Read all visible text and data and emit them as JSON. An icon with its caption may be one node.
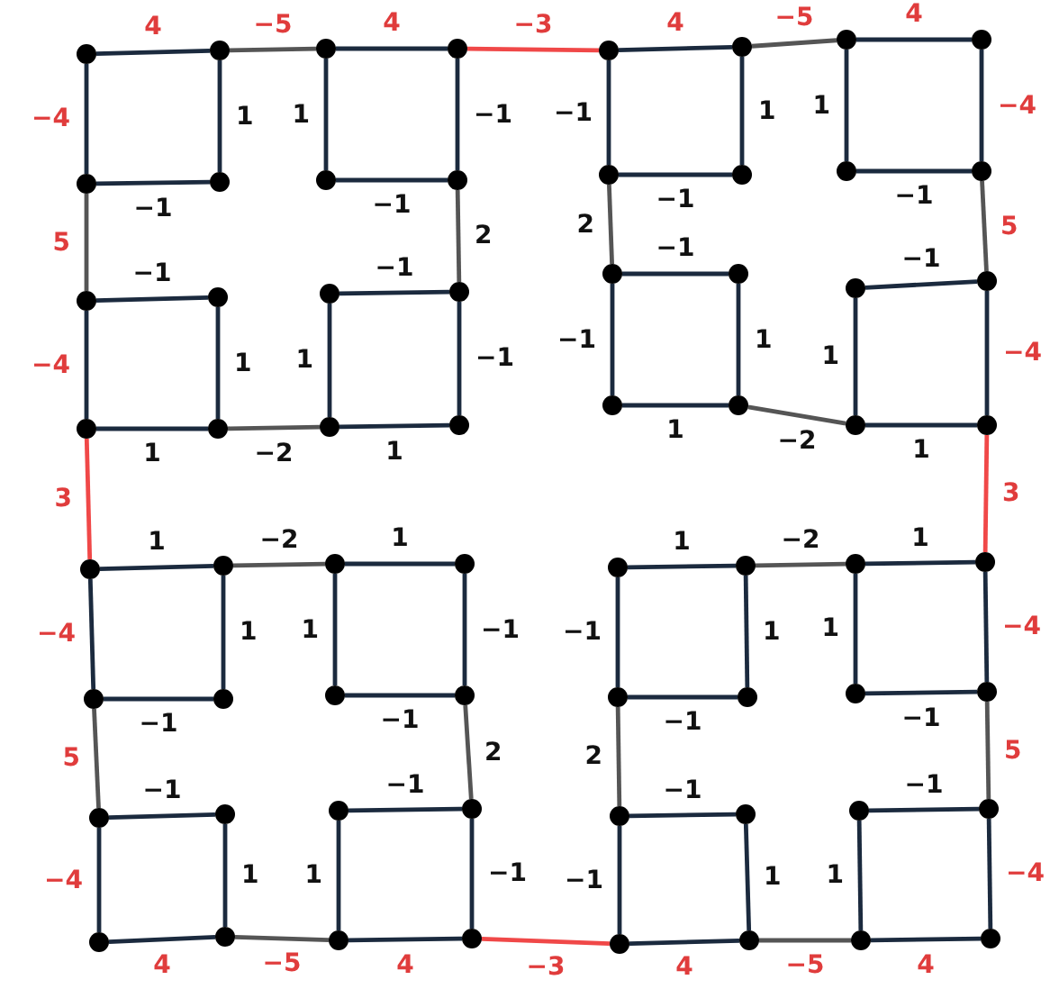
{
  "diagram": {
    "nodes": [
      {
        "text": [],
        "shape": "circle"
      },
      {
        "text": [],
        "shape": "circle"
      },
      {
        "text": [],
        "shape": "circle"
      },
      {
        "text": [],
        "shape": "circle"
      },
      {
        "text": [],
        "shape": "circle"
      },
      {
        "text": [],
        "shape": "circle"
      },
      {
        "text": [],
        "shape": "circle"
      },
      {
        "text": [],
        "shape": "circle"
      },
      {
        "text": [],
        "shape": "circle"
      },
      {
        "text": [],
        "shape": "circle"
      },
      {
        "text": [],
        "shape": "circle"
      },
      {
        "text": [],
        "shape": "circle"
      },
      {
        "text": [],
        "shape": "circle"
      },
      {
        "text": [],
        "shape": "circle"
      },
      {
        "text": [],
        "shape": "circle"
      },
      {
        "text": [],
        "shape": "circle"
      },
      {
        "text": [],
        "shape": "circle"
      },
      {
        "text": [],
        "shape": "circle"
      },
      {
        "text": [],
        "shape": "circle"
      },
      {
        "text": [],
        "shape": "circle"
      },
      {
        "text": [],
        "shape": "circle"
      },
      {
        "text": [],
        "shape": "circle"
      },
      {
        "text": [],
        "shape": "circle"
      },
      {
        "text": [],
        "shape": "circle"
      },
      {
        "text": [],
        "shape": "circle"
      },
      {
        "text": [],
        "shape": "circle"
      },
      {
        "text": [],
        "shape": "circle"
      },
      {
        "text": [],
        "shape": "circle"
      },
      {
        "text": [],
        "shape": "circle"
      },
      {
        "text": [],
        "shape": "circle"
      },
      {
        "text": [],
        "shape": "circle"
      },
      {
        "text": [],
        "shape": "circle"
      },
      {
        "text": [],
        "shape": "circle"
      },
      {
        "text": [],
        "shape": "circle"
      },
      {
        "text": [],
        "shape": "circle"
      },
      {
        "text": [],
        "shape": "circle"
      },
      {
        "text": [],
        "shape": "circle"
      },
      {
        "text": [],
        "shape": "circle"
      },
      {
        "text": [],
        "shape": "circle"
      },
      {
        "text": [],
        "shape": "circle"
      },
      {
        "text": [],
        "shape": "circle"
      },
      {
        "text": [],
        "shape": "circle"
      },
      {
        "text": [],
        "shape": "circle"
      },
      {
        "text": [],
        "shape": "circle"
      },
      {
        "text": [],
        "shape": "circle"
      },
      {
        "text": [],
        "shape": "circle"
      },
      {
        "text": [],
        "shape": "circle"
      },
      {
        "text": [],
        "shape": "circle"
      },
      {
        "text": [],
        "shape": "circle"
      },
      {
        "text": [],
        "shape": "circle"
      },
      {
        "text": [],
        "shape": "circle"
      },
      {
        "text": [],
        "shape": "circle"
      },
      {
        "text": [],
        "shape": "circle"
      },
      {
        "text": [],
        "shape": "circle"
      },
      {
        "text": [],
        "shape": "circle"
      },
      {
        "text": [],
        "shape": "circle"
      },
      {
        "text": [],
        "shape": "circle"
      },
      {
        "text": [],
        "shape": "circle"
      },
      {
        "text": [],
        "shape": "circle"
      },
      {
        "text": [],
        "shape": "circle"
      },
      {
        "text": [],
        "shape": "circle"
      },
      {
        "text": [],
        "shape": "circle"
      },
      {
        "text": [],
        "shape": "circle"
      },
      {
        "text": [],
        "shape": "circle"
      }
    ],
    "edges": [
      {
        "from": 0,
        "to": 1,
        "arrow": "none",
        "label": "4"
      },
      {
        "from": 1,
        "to": 2,
        "arrow": "none",
        "label": "1"
      },
      {
        "from": 2,
        "to": 3,
        "arrow": "none",
        "label": "−1"
      },
      {
        "from": 3,
        "to": 0,
        "arrow": "none",
        "label": "−4"
      },
      {
        "from": 4,
        "to": 5,
        "arrow": "none",
        "label": "4"
      },
      {
        "from": 5,
        "to": 6,
        "arrow": "none",
        "label": "−1"
      },
      {
        "from": 6,
        "to": 7,
        "arrow": "none",
        "label": "−1"
      },
      {
        "from": 7,
        "to": 4,
        "arrow": "none",
        "label": "1"
      },
      {
        "from": 8,
        "to": 9,
        "arrow": "none",
        "label": "−1"
      },
      {
        "from": 9,
        "to": 10,
        "arrow": "none",
        "label": "1"
      },
      {
        "from": 10,
        "to": 11,
        "arrow": "none",
        "label": "1"
      },
      {
        "from": 11,
        "to": 8,
        "arrow": "none",
        "label": "−4"
      },
      {
        "from": 12,
        "to": 13,
        "arrow": "none",
        "label": "−1"
      },
      {
        "from": 13,
        "to": 14,
        "arrow": "none",
        "label": "−1"
      },
      {
        "from": 14,
        "to": 15,
        "arrow": "none",
        "label": "1"
      },
      {
        "from": 15,
        "to": 12,
        "arrow": "none",
        "label": "1"
      },
      {
        "from": 1,
        "to": 4,
        "arrow": "none",
        "label": "−5",
        "color": "#555555"
      },
      {
        "from": 3,
        "to": 8,
        "arrow": "none",
        "label": "5",
        "color": "#555555"
      },
      {
        "from": 10,
        "to": 15,
        "arrow": "none",
        "label": "−2",
        "color": "#555555"
      },
      {
        "from": 6,
        "to": 13,
        "arrow": "none",
        "label": "2",
        "color": "#555555"
      },
      {
        "from": 16,
        "to": 17,
        "arrow": "none",
        "label": "4"
      },
      {
        "from": 17,
        "to": 18,
        "arrow": "none",
        "label": "1"
      },
      {
        "from": 18,
        "to": 19,
        "arrow": "none",
        "label": "−1"
      },
      {
        "from": 19,
        "to": 16,
        "arrow": "none",
        "label": "−1"
      },
      {
        "from": 20,
        "to": 21,
        "arrow": "none",
        "label": "4"
      },
      {
        "from": 21,
        "to": 22,
        "arrow": "none",
        "label": "−4"
      },
      {
        "from": 22,
        "to": 23,
        "arrow": "none",
        "label": "−1"
      },
      {
        "from": 23,
        "to": 20,
        "arrow": "none",
        "label": "1"
      },
      {
        "from": 24,
        "to": 25,
        "arrow": "none",
        "label": "−1"
      },
      {
        "from": 25,
        "to": 26,
        "arrow": "none",
        "label": "1"
      },
      {
        "from": 26,
        "to": 27,
        "arrow": "none",
        "label": "1"
      },
      {
        "from": 27,
        "to": 24,
        "arrow": "none",
        "label": "−1"
      },
      {
        "from": 28,
        "to": 29,
        "arrow": "none",
        "label": "−1"
      },
      {
        "from": 29,
        "to": 30,
        "arrow": "none",
        "label": "−4"
      },
      {
        "from": 30,
        "to": 31,
        "arrow": "none",
        "label": "1"
      },
      {
        "from": 31,
        "to": 28,
        "arrow": "none",
        "label": "1"
      },
      {
        "from": 17,
        "to": 20,
        "arrow": "none",
        "label": "−5",
        "color": "#555555"
      },
      {
        "from": 19,
        "to": 24,
        "arrow": "none",
        "label": "2",
        "color": "#555555"
      },
      {
        "from": 26,
        "to": 31,
        "arrow": "none",
        "label": "−2",
        "color": "#555555"
      },
      {
        "from": 22,
        "to": 29,
        "arrow": "none",
        "label": "5",
        "color": "#555555"
      },
      {
        "from": 32,
        "to": 33,
        "arrow": "none",
        "label": "1"
      },
      {
        "from": 33,
        "to": 34,
        "arrow": "none",
        "label": "1"
      },
      {
        "from": 34,
        "to": 35,
        "arrow": "none",
        "label": "−1"
      },
      {
        "from": 35,
        "to": 32,
        "arrow": "none",
        "label": "−4"
      },
      {
        "from": 36,
        "to": 37,
        "arrow": "none",
        "label": "1"
      },
      {
        "from": 37,
        "to": 38,
        "arrow": "none",
        "label": "−1"
      },
      {
        "from": 38,
        "to": 39,
        "arrow": "none",
        "label": "−1"
      },
      {
        "from": 39,
        "to": 36,
        "arrow": "none",
        "label": "1"
      },
      {
        "from": 40,
        "to": 41,
        "arrow": "none",
        "label": "−1"
      },
      {
        "from": 41,
        "to": 42,
        "arrow": "none",
        "label": "1"
      },
      {
        "from": 42,
        "to": 43,
        "arrow": "none",
        "label": "4"
      },
      {
        "from": 43,
        "to": 40,
        "arrow": "none",
        "label": "−4"
      },
      {
        "from": 44,
        "to": 45,
        "arrow": "none",
        "label": "−1"
      },
      {
        "from": 45,
        "to": 46,
        "arrow": "none",
        "label": "−1"
      },
      {
        "from": 46,
        "to": 47,
        "arrow": "none",
        "label": "4"
      },
      {
        "from": 47,
        "to": 44,
        "arrow": "none",
        "label": "1"
      },
      {
        "from": 33,
        "to": 36,
        "arrow": "none",
        "label": "−2",
        "color": "#555555"
      },
      {
        "from": 35,
        "to": 40,
        "arrow": "none",
        "label": "5",
        "color": "#555555"
      },
      {
        "from": 42,
        "to": 47,
        "arrow": "none",
        "label": "−5",
        "color": "#555555"
      },
      {
        "from": 38,
        "to": 45,
        "arrow": "none",
        "label": "2",
        "color": "#555555"
      },
      {
        "from": 48,
        "to": 49,
        "arrow": "none",
        "label": "1"
      },
      {
        "from": 49,
        "to": 50,
        "arrow": "none",
        "label": "1"
      },
      {
        "from": 50,
        "to": 51,
        "arrow": "none",
        "label": "−1"
      },
      {
        "from": 51,
        "to": 48,
        "arrow": "none",
        "label": "−1"
      },
      {
        "from": 52,
        "to": 53,
        "arrow": "none",
        "label": "1"
      },
      {
        "from": 53,
        "to": 54,
        "arrow": "none",
        "label": "−4"
      },
      {
        "from": 54,
        "to": 55,
        "arrow": "none",
        "label": "−1"
      },
      {
        "from": 55,
        "to": 52,
        "arrow": "none",
        "label": "1"
      },
      {
        "from": 56,
        "to": 57,
        "arrow": "none",
        "label": "−1"
      },
      {
        "from": 57,
        "to": 58,
        "arrow": "none",
        "label": "1"
      },
      {
        "from": 58,
        "to": 59,
        "arrow": "none",
        "label": "4"
      },
      {
        "from": 59,
        "to": 56,
        "arrow": "none",
        "label": "−1"
      },
      {
        "from": 60,
        "to": 61,
        "arrow": "none",
        "label": "−1"
      },
      {
        "from": 61,
        "to": 62,
        "arrow": "none",
        "label": "−4"
      },
      {
        "from": 62,
        "to": 63,
        "arrow": "none",
        "label": "4"
      },
      {
        "from": 63,
        "to": 60,
        "arrow": "none",
        "label": "1"
      },
      {
        "from": 49,
        "to": 52,
        "arrow": "none",
        "label": "−2",
        "color": "#555555"
      },
      {
        "from": 51,
        "to": 56,
        "arrow": "none",
        "label": "2",
        "color": "#555555"
      },
      {
        "from": 58,
        "to": 63,
        "arrow": "none",
        "label": "−5",
        "color": "#555555"
      },
      {
        "from": 54,
        "to": 61,
        "arrow": "none",
        "label": "5",
        "color": "#555555"
      },
      {
        "from": 5,
        "to": 16,
        "arrow": "none",
        "label": "−3",
        "color": "#f04848"
      },
      {
        "from": 11,
        "to": 32,
        "arrow": "none",
        "label": "3",
        "color": "#f04848"
      },
      {
        "from": 30,
        "to": 53,
        "arrow": "none",
        "label": "3",
        "color": "#f04848"
      },
      {
        "from": 46,
        "to": 59,
        "arrow": "none",
        "label": "−3",
        "color": "#f04848"
      }
    ]
  }
}
